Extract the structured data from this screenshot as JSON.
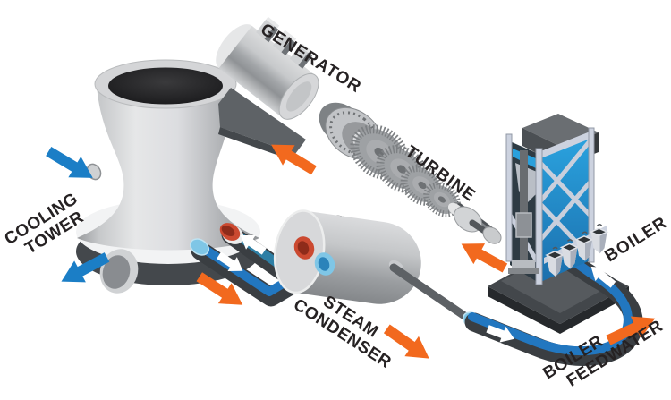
{
  "labels": {
    "generator": "GENERATOR",
    "turbine": "TURBINE",
    "boiler": "BOILER",
    "cooling_tower": {
      "line1": "COOLING",
      "line2": "TOWER"
    },
    "steam_condenser": {
      "line1": "STEAM",
      "line2": "CONDENSER"
    },
    "boiler_feedwater": {
      "line1": "BOILER",
      "line2": "FEEDWATER"
    }
  },
  "palette": {
    "background": "#ffffff",
    "label_text": "#262223",
    "flow_arrow_blue": "#1b7ec6",
    "flow_arrow_orange": "#f2691e",
    "pipe_dark": "#3a3e42",
    "pipe_cold_blue": "#2277c0",
    "pipe_warm_teal": "#2e7fa5",
    "connector_red": "#cb4930",
    "connector_red_inner": "#8e2b1a",
    "connector_light_blue": "#7fc6e6",
    "metal_light": "#d6d7d9",
    "metal_mid": "#a2a5a8",
    "metal_dark": "#44484c",
    "boiler_blue": "#2aa3df",
    "boiler_frame": "#ccd2df"
  },
  "arrows": [
    {
      "name": "cooling-tower-inlet-arrow",
      "color": "blue",
      "direction": "south-east into cooling tower"
    },
    {
      "name": "cooling-tower-outlet-arrow",
      "color": "blue",
      "direction": "south-west out of cooling tower"
    },
    {
      "name": "turbine-to-generator-arrow",
      "color": "orange",
      "direction": "north-west"
    },
    {
      "name": "condenser-warm-water-arrow",
      "color": "orange",
      "direction": "south-east"
    },
    {
      "name": "boiler-to-turbine-arrow",
      "color": "orange",
      "direction": "north-west"
    },
    {
      "name": "steam-condenser-arrow",
      "color": "orange",
      "direction": "south-east"
    },
    {
      "name": "feedwater-to-boiler-arrow",
      "color": "orange",
      "direction": "north-east"
    },
    {
      "name": "pipe-flow-arrow-warm-return",
      "color": "white",
      "direction": "north-west on teal pipe"
    },
    {
      "name": "pipe-flow-arrow-cold-supply",
      "color": "white",
      "direction": "south-east on blue pipe"
    },
    {
      "name": "pipe-flow-arrow-feedwater-1",
      "color": "white",
      "direction": "south-east on feedwater pipe"
    },
    {
      "name": "pipe-flow-arrow-feedwater-2",
      "color": "white",
      "direction": "north-west up into boiler"
    }
  ]
}
